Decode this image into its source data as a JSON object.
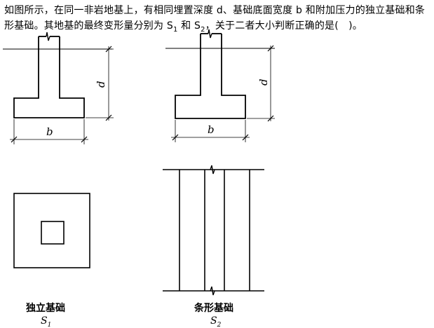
{
  "question": {
    "part1": "如图所示，在同一非岩地基上，有相同埋置深度 d、基础底面宽度 b 和附加压力的独立基础和条形基础。其地基的最终变形量分别为 S",
    "sub1": "1",
    "part2": " 和 S",
    "sub2": "2",
    "part3": "，关于二者大小判断正确的是(　)。"
  },
  "figure": {
    "section_left": {
      "depth_label": "d",
      "width_label": "b"
    },
    "section_right": {
      "depth_label": "d",
      "width_label": "b"
    },
    "plan_left": {
      "caption": "独立基础",
      "symbol": "S",
      "symbol_sub": "1"
    },
    "plan_right": {
      "caption": "条形基础",
      "symbol": "S",
      "symbol_sub": "2"
    }
  }
}
